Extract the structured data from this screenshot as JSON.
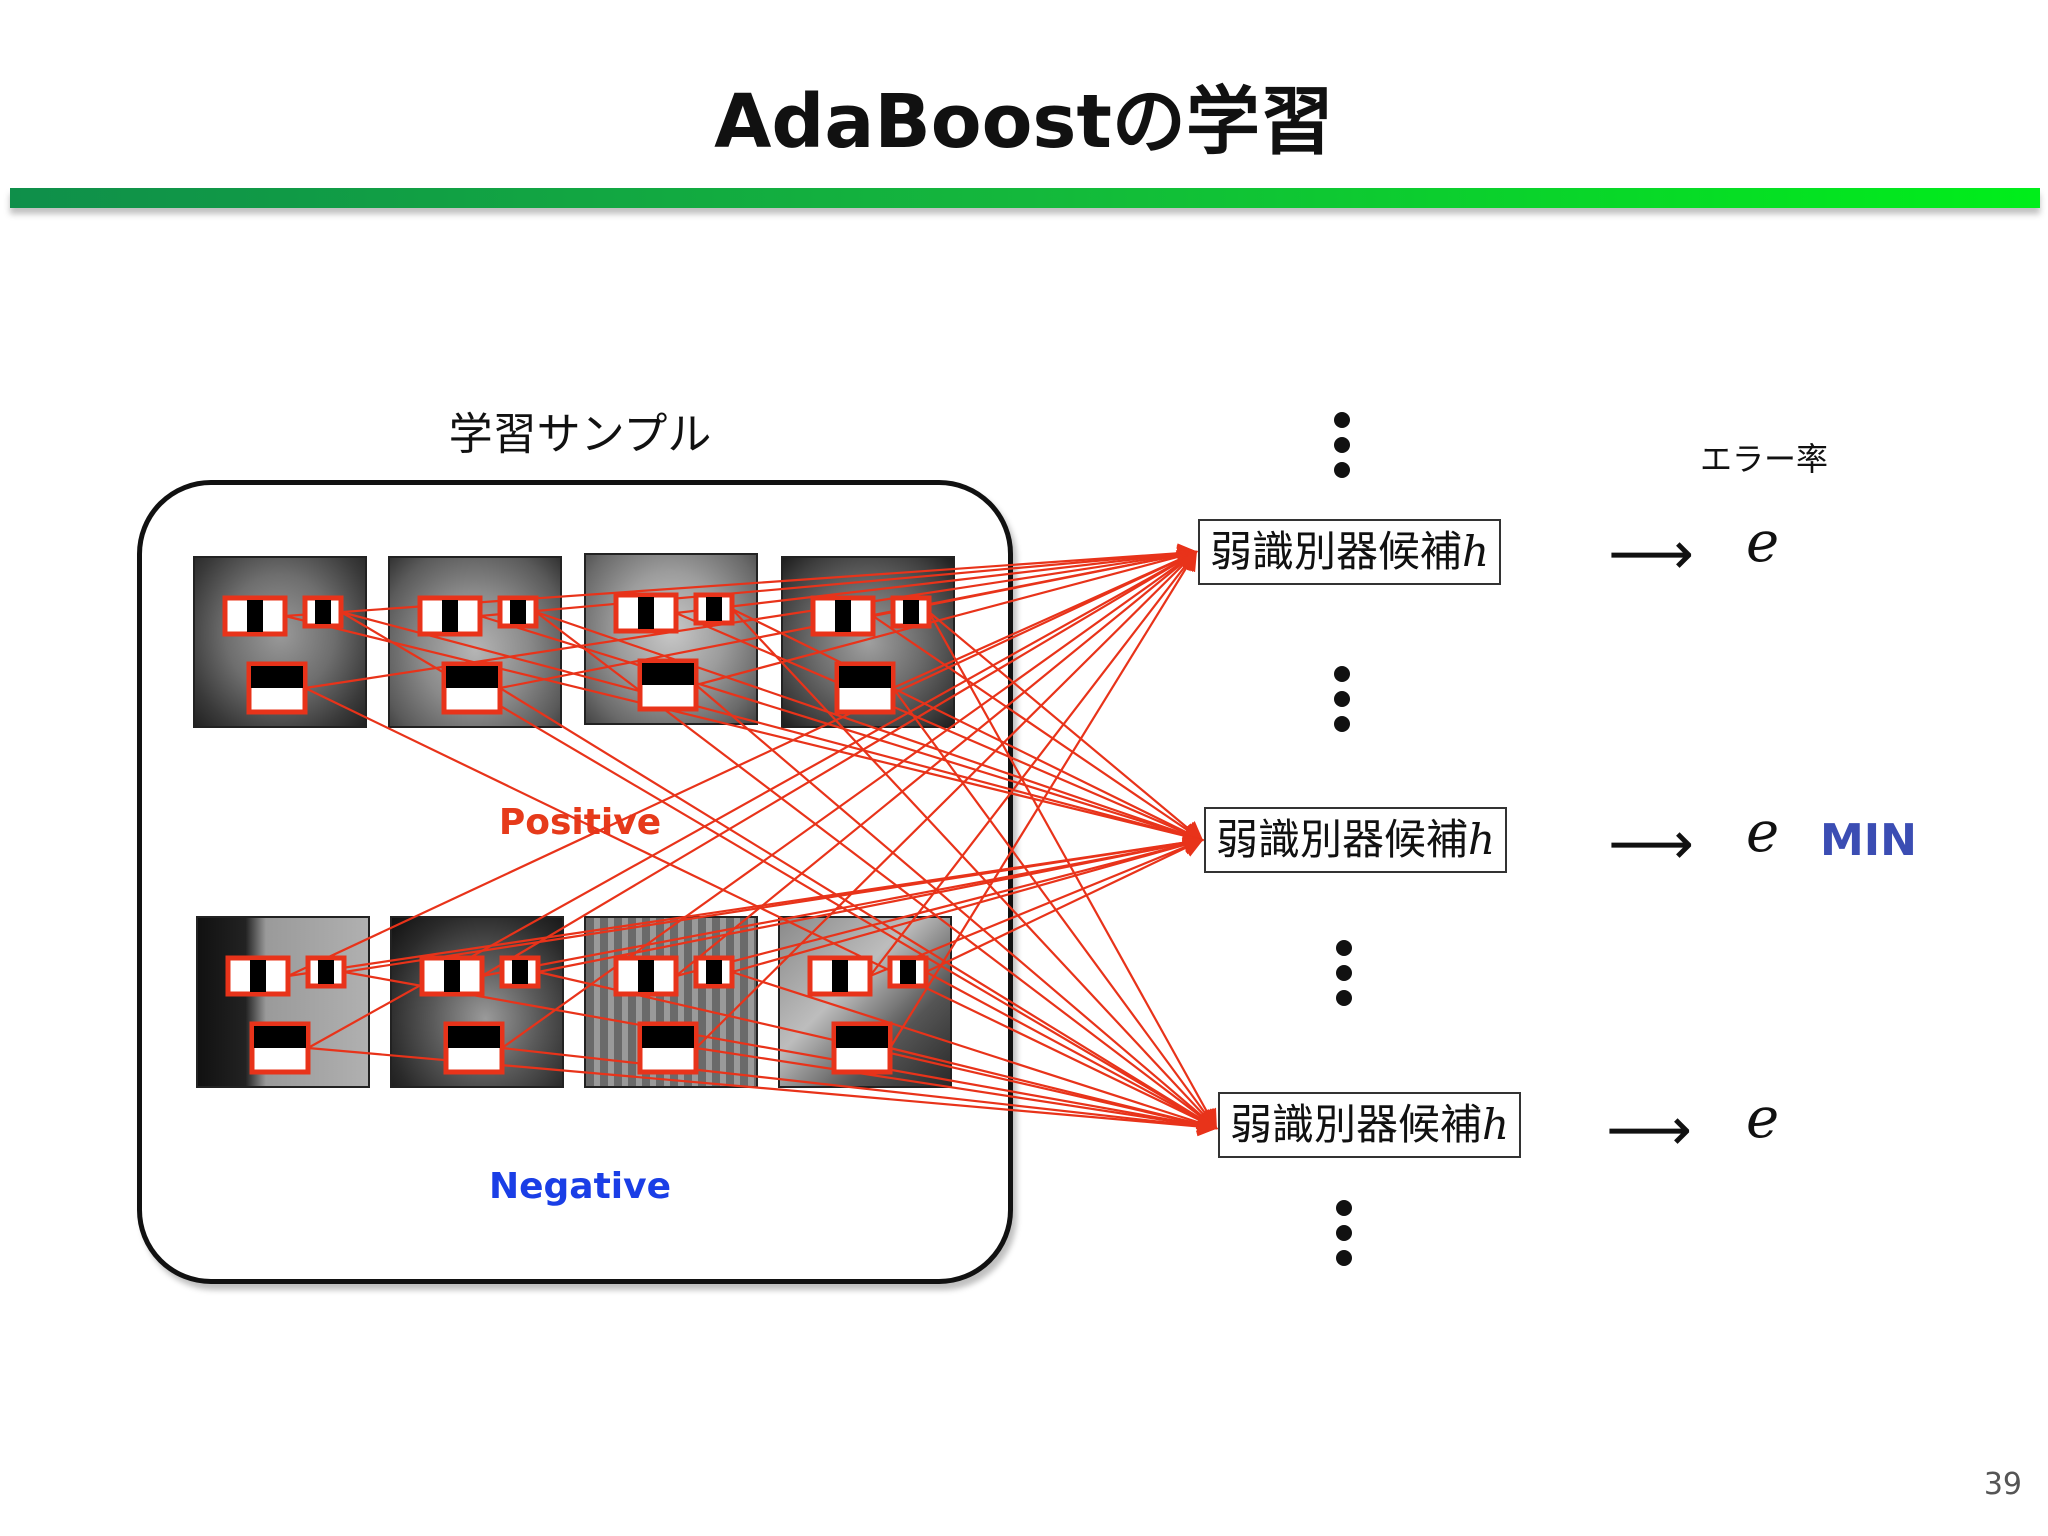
{
  "title": "AdaBoostの学習",
  "samples_label": "学習サンプル",
  "positive_label": "Positive",
  "negative_label": "Negative",
  "classifier_label": "弱識別器候補",
  "classifier_symbol": "h",
  "error_label": "エラー率",
  "error_symbol": "e",
  "arrow_glyph": "⟶",
  "min_label": "MIN",
  "page_number": "39",
  "colors": {
    "accent_bar_start": "#0f8f4a",
    "accent_bar_end": "#00ee1a",
    "connection_lines": "#e8331a",
    "positive": "#e63a1a",
    "negative": "#1a3ee6",
    "min": "#3b4db3"
  }
}
